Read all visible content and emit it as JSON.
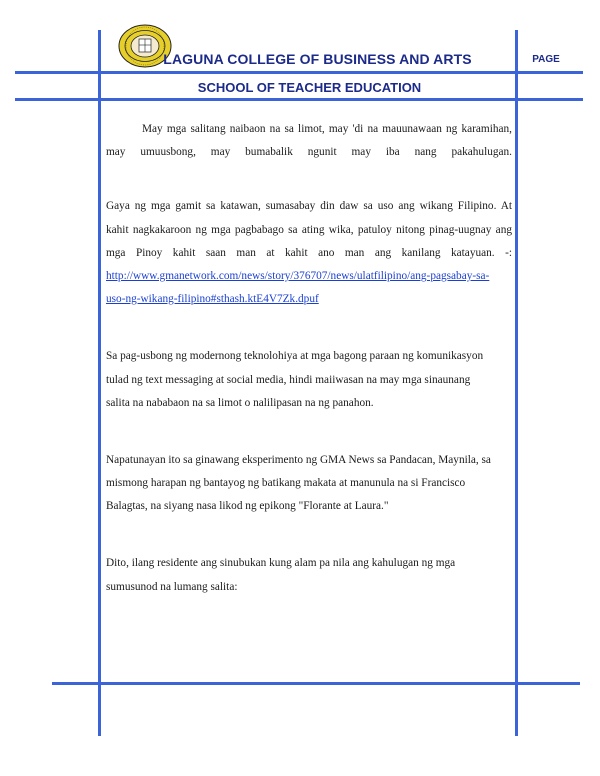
{
  "header": {
    "title": "LAGUNA COLLEGE OF BUSINESS AND ARTS",
    "page_label": "PAGE",
    "subtitle": "SCHOOL OF TEACHER EDUCATION"
  },
  "colors": {
    "rule": "#3a64d8",
    "heading": "#1c2a8a",
    "link": "#1a3fd1",
    "seal_gold": "#e6cf2a"
  },
  "paragraphs": [
    {
      "lines": [
        "May mga salitang naibaon na sa limot, may 'di na mauunawaan ng karamihan,",
        "may umuusbong, may bumabalik ngunit may iba nang pakahulugan."
      ]
    },
    {
      "lines": [
        "Gaya ng mga gamit sa katawan, sumasabay din daw sa uso ang wikang Filipino. At",
        "kahit nagkakaroon ng mga pagbabago sa ating wika, patuloy nitong pinag-uugnay ang",
        "mga Pinoy kahit saan man at kahit ano man ang kanilang katayuan. -:"
      ],
      "link_lines": [
        "http://www.gmanetwork.com/news/story/376707/news/ulatfilipino/ang-pagsabay-sa-",
        "uso-ng-wikang-filipino#sthash.ktE4V7Zk.dpuf"
      ]
    },
    {
      "lines": [
        "Sa pag-usbong ng modernong teknolohiya at mga bagong paraan ng komunikasyon",
        "tulad ng text messaging at social media, hindi maiiwasan na may mga sinaunang",
        "salita na nababaon na sa limot o nalilipasan na ng panahon."
      ]
    },
    {
      "lines": [
        "Napatunayan ito sa ginawang eksperimento ng GMA News sa Pandacan, Maynila, sa",
        "mismong harapan ng bantayog ng batikang makata at manunula na si Francisco",
        "Balagtas, na siyang nasa likod ng epikong \"Florante at Laura.\""
      ]
    },
    {
      "lines": [
        "Dito, ilang residente ang sinubukan kung alam pa nila ang kahulugan ng mga",
        "sumusunod na lumang salita:"
      ]
    }
  ]
}
